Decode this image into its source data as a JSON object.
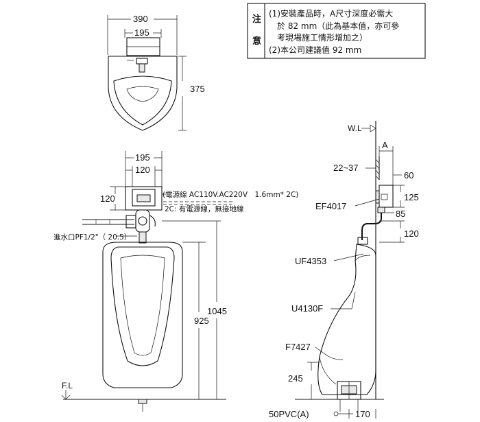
{
  "notes": {
    "header_top": "注",
    "header_bottom": "意",
    "line1": "(1)安裝產品時，A尺寸深度必需大",
    "line2": "於 82 mm（此為基本值，亦可參",
    "line3": "考現場施工情形增加之）",
    "line4": "(2)本公司建議值 92 mm"
  },
  "top_view": {
    "width_outer": "390",
    "width_inner": "195",
    "depth": "375"
  },
  "front_view": {
    "sensor_width": "195",
    "sensor_inner_width": "120",
    "sensor_height": "120",
    "power_note": "(電源線 AC110V.AC220V　1.6mm* 2C)",
    "ground_note": "2C: 有電源線，無接地線",
    "inlet_label": "進水口PF1/2\"（ 20.5）",
    "height_925": "925",
    "height_1045": "1045",
    "floor_label": "F.L"
  },
  "side_view": {
    "wall_label": "W.L",
    "dim_A": "A",
    "dim_22_37": "22~37",
    "dim_60": "60",
    "dim_125": "125",
    "dim_85": "85",
    "dim_120": "120",
    "dim_245": "245",
    "dim_170": "170",
    "part_ef4017": "EF4017",
    "part_uf4353": "UF4353",
    "part_u4130f": "U4130F",
    "part_f7427": "F7427",
    "part_drain": "50PVC(A)"
  }
}
